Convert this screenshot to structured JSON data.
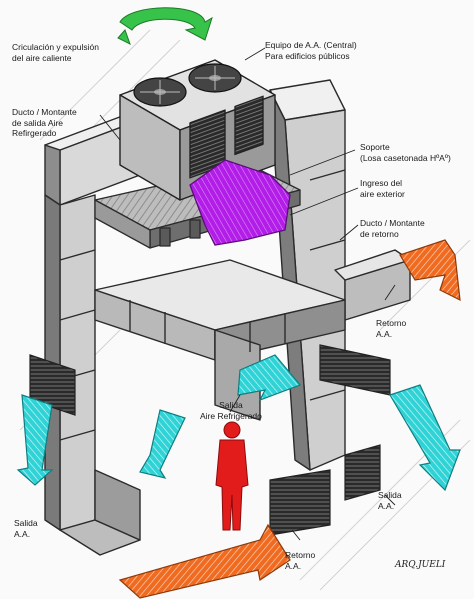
{
  "labels": {
    "circulation": "Criculación y expulsión\ndel aire caliente",
    "equipment": "Equipo de A.A. (Central)\nPara edificios públicos",
    "supply_duct": "Ducto / Montante\nde salida Aire\nRefirgerado",
    "support": "Soporte\n(Losa casetonada HºAº)",
    "outdoor_air": "Ingreso del\naire exterior",
    "return_duct": "Ducto / Montante\nde retorno",
    "return_right": "Retorno\nA.A.",
    "supply_center": "Salida\nAire Refrigerado",
    "supply_right": "Salida\nA.A.",
    "supply_left": "Salida\nA.A.",
    "return_bottom": "Retorno\nA.A."
  },
  "signature": "ARQ.JUELI",
  "colors": {
    "duct_light": "#d9d9d9",
    "duct_mid": "#a8a8a8",
    "duct_dark": "#6f6f6f",
    "cold_air": "#2fd3d6",
    "hot_air": "#f06a1f",
    "outdoor_air": "#b21ee8",
    "circulation_arrow": "#37c24a",
    "person": "#e21b1b"
  },
  "icons": [
    "circulation-arrow-icon",
    "fan-icon",
    "person-icon"
  ]
}
